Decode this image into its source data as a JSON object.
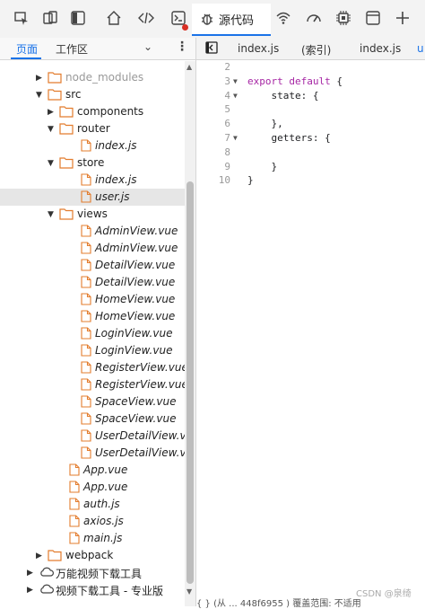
{
  "toolbar": {
    "sources_tab_label": "源代码"
  },
  "left_panel": {
    "tab_page": "页面",
    "tab_workspace": "工作区",
    "chevron": "⌄",
    "more": "⋮"
  },
  "tree": [
    {
      "label": "node_modules",
      "type": "folder",
      "dim": true
    },
    {
      "label": "src",
      "type": "folder"
    },
    {
      "label": "components",
      "type": "folder"
    },
    {
      "label": "router",
      "type": "folder"
    },
    {
      "label": "index.js",
      "type": "file"
    },
    {
      "label": "store",
      "type": "folder"
    },
    {
      "label": "index.js",
      "type": "file"
    },
    {
      "label": "user.js",
      "type": "file",
      "selected": true
    },
    {
      "label": "views",
      "type": "folder"
    },
    {
      "label": "AdminView.vue",
      "type": "file"
    },
    {
      "label": "AdminView.vue",
      "type": "file"
    },
    {
      "label": "DetailView.vue",
      "type": "file"
    },
    {
      "label": "DetailView.vue",
      "type": "file"
    },
    {
      "label": "HomeView.vue",
      "type": "file"
    },
    {
      "label": "HomeView.vue",
      "type": "file"
    },
    {
      "label": "LoginView.vue",
      "type": "file"
    },
    {
      "label": "LoginView.vue",
      "type": "file"
    },
    {
      "label": "RegisterView.vue",
      "type": "file"
    },
    {
      "label": "RegisterView.vue",
      "type": "file"
    },
    {
      "label": "SpaceView.vue",
      "type": "file"
    },
    {
      "label": "SpaceView.vue",
      "type": "file"
    },
    {
      "label": "UserDetailView.vue",
      "type": "file"
    },
    {
      "label": "UserDetailView.vue",
      "type": "file"
    },
    {
      "label": "App.vue",
      "type": "file"
    },
    {
      "label": "App.vue",
      "type": "file"
    },
    {
      "label": "auth.js",
      "type": "file"
    },
    {
      "label": "axios.js",
      "type": "file"
    },
    {
      "label": "main.js",
      "type": "file"
    },
    {
      "label": "webpack",
      "type": "folder"
    },
    {
      "label": "万能视频下载工具",
      "type": "cloud"
    },
    {
      "label": "视频下载工具 - 专业版",
      "type": "cloud"
    }
  ],
  "editor": {
    "tabs": [
      "index.js",
      "(索引)",
      "index.js",
      "u"
    ],
    "lines": [
      {
        "n": "2",
        "text": ""
      },
      {
        "n": "3",
        "text": "export default {"
      },
      {
        "n": "4",
        "text": "    state: {"
      },
      {
        "n": "5",
        "text": ""
      },
      {
        "n": "6",
        "text": "    },"
      },
      {
        "n": "7",
        "text": "    getters: {"
      },
      {
        "n": "8",
        "text": ""
      },
      {
        "n": "9",
        "text": "    }"
      },
      {
        "n": "10",
        "text": "}"
      }
    ],
    "status_text": "{ }   (从 ... 448f6955 )  覆盖范围: 不适用",
    "watermark": "CSDN @泉绮"
  }
}
